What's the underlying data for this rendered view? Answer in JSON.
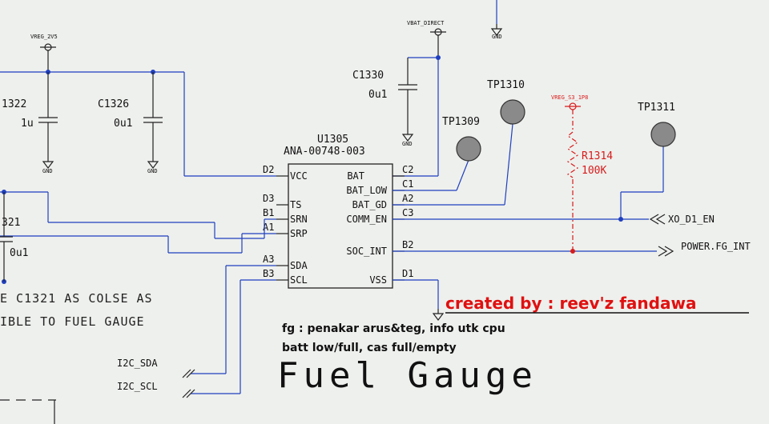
{
  "nets": {
    "vreg_2v5": "VREG_2V5",
    "vbat_direct": "VBAT_DIRECT",
    "vreg_s3_1p8": "VREG_S3_1P8",
    "xo_d1_en": "XO_D1_EN",
    "power_fg_int": "POWER.FG_INT",
    "i2c_sda": "I2C_SDA",
    "i2c_scl": "I2C_SCL",
    "gnd": "GND"
  },
  "components": {
    "c1322_ref": "1322",
    "c1322_val": "1u",
    "c1326_ref": "C1326",
    "c1326_val": "0u1",
    "c1330_ref": "C1330",
    "c1330_val": "0u1",
    "c1321_ref": "321",
    "c1321_val": "0u1",
    "r1314_ref": "R1314",
    "r1314_val": "100K",
    "tp1309": "TP1309",
    "tp1310": "TP1310",
    "tp1311": "TP1311"
  },
  "ic": {
    "ref": "U1305",
    "part": "ANA-00748-003",
    "left_pins": [
      {
        "num": "D2",
        "name": "VCC"
      },
      {
        "num": "D3",
        "name": "TS"
      },
      {
        "num": "B1",
        "name": "SRN"
      },
      {
        "num": "A1",
        "name": "SRP"
      },
      {
        "num": "A3",
        "name": "SDA"
      },
      {
        "num": "B3",
        "name": "SCL"
      }
    ],
    "right_pins": [
      {
        "num": "C2",
        "name": "BAT"
      },
      {
        "num": "C1",
        "name": "BAT_LOW"
      },
      {
        "num": "A2",
        "name": "BAT_GD"
      },
      {
        "num": "C3",
        "name": "COMM_EN"
      },
      {
        "num": "B2",
        "name": "SOC_INT"
      },
      {
        "num": "D1",
        "name": "VSS"
      }
    ]
  },
  "notes": {
    "line1": "E C1321 AS COLSE AS",
    "line2": "IBLE TO FUEL GAUGE"
  },
  "annotations": {
    "credit": "created by : reev'z fandawa",
    "fg_line1": "fg : penakar arus&teg, info utk cpu",
    "fg_line2": "batt low/full, cas full/empty",
    "title": "Fuel Gauge"
  },
  "colors": {
    "wire": "#1f3fbf",
    "red_net": "#d81b1b",
    "credit": "#e01010"
  }
}
